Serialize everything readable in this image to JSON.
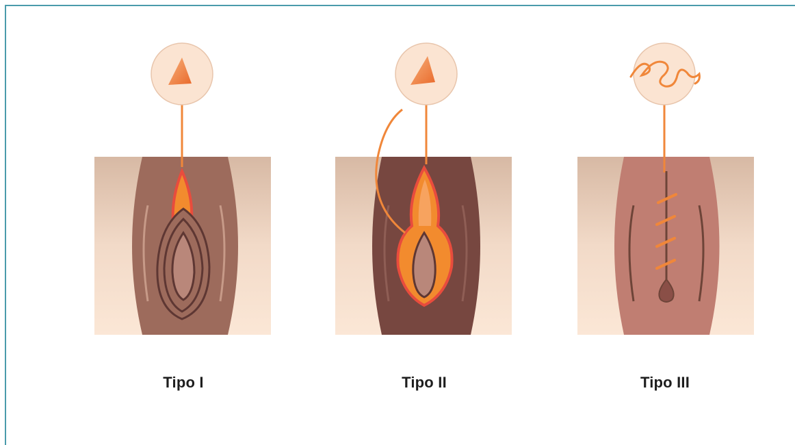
{
  "figure": {
    "border_color": "#4a9bab",
    "types": [
      {
        "label": "Tipo I",
        "tool_icon": "blade-icon"
      },
      {
        "label": "Tipo II",
        "tool_icon": "blade-icon"
      },
      {
        "label": "Tipo III",
        "tool_icon": "thread-icon"
      }
    ]
  }
}
